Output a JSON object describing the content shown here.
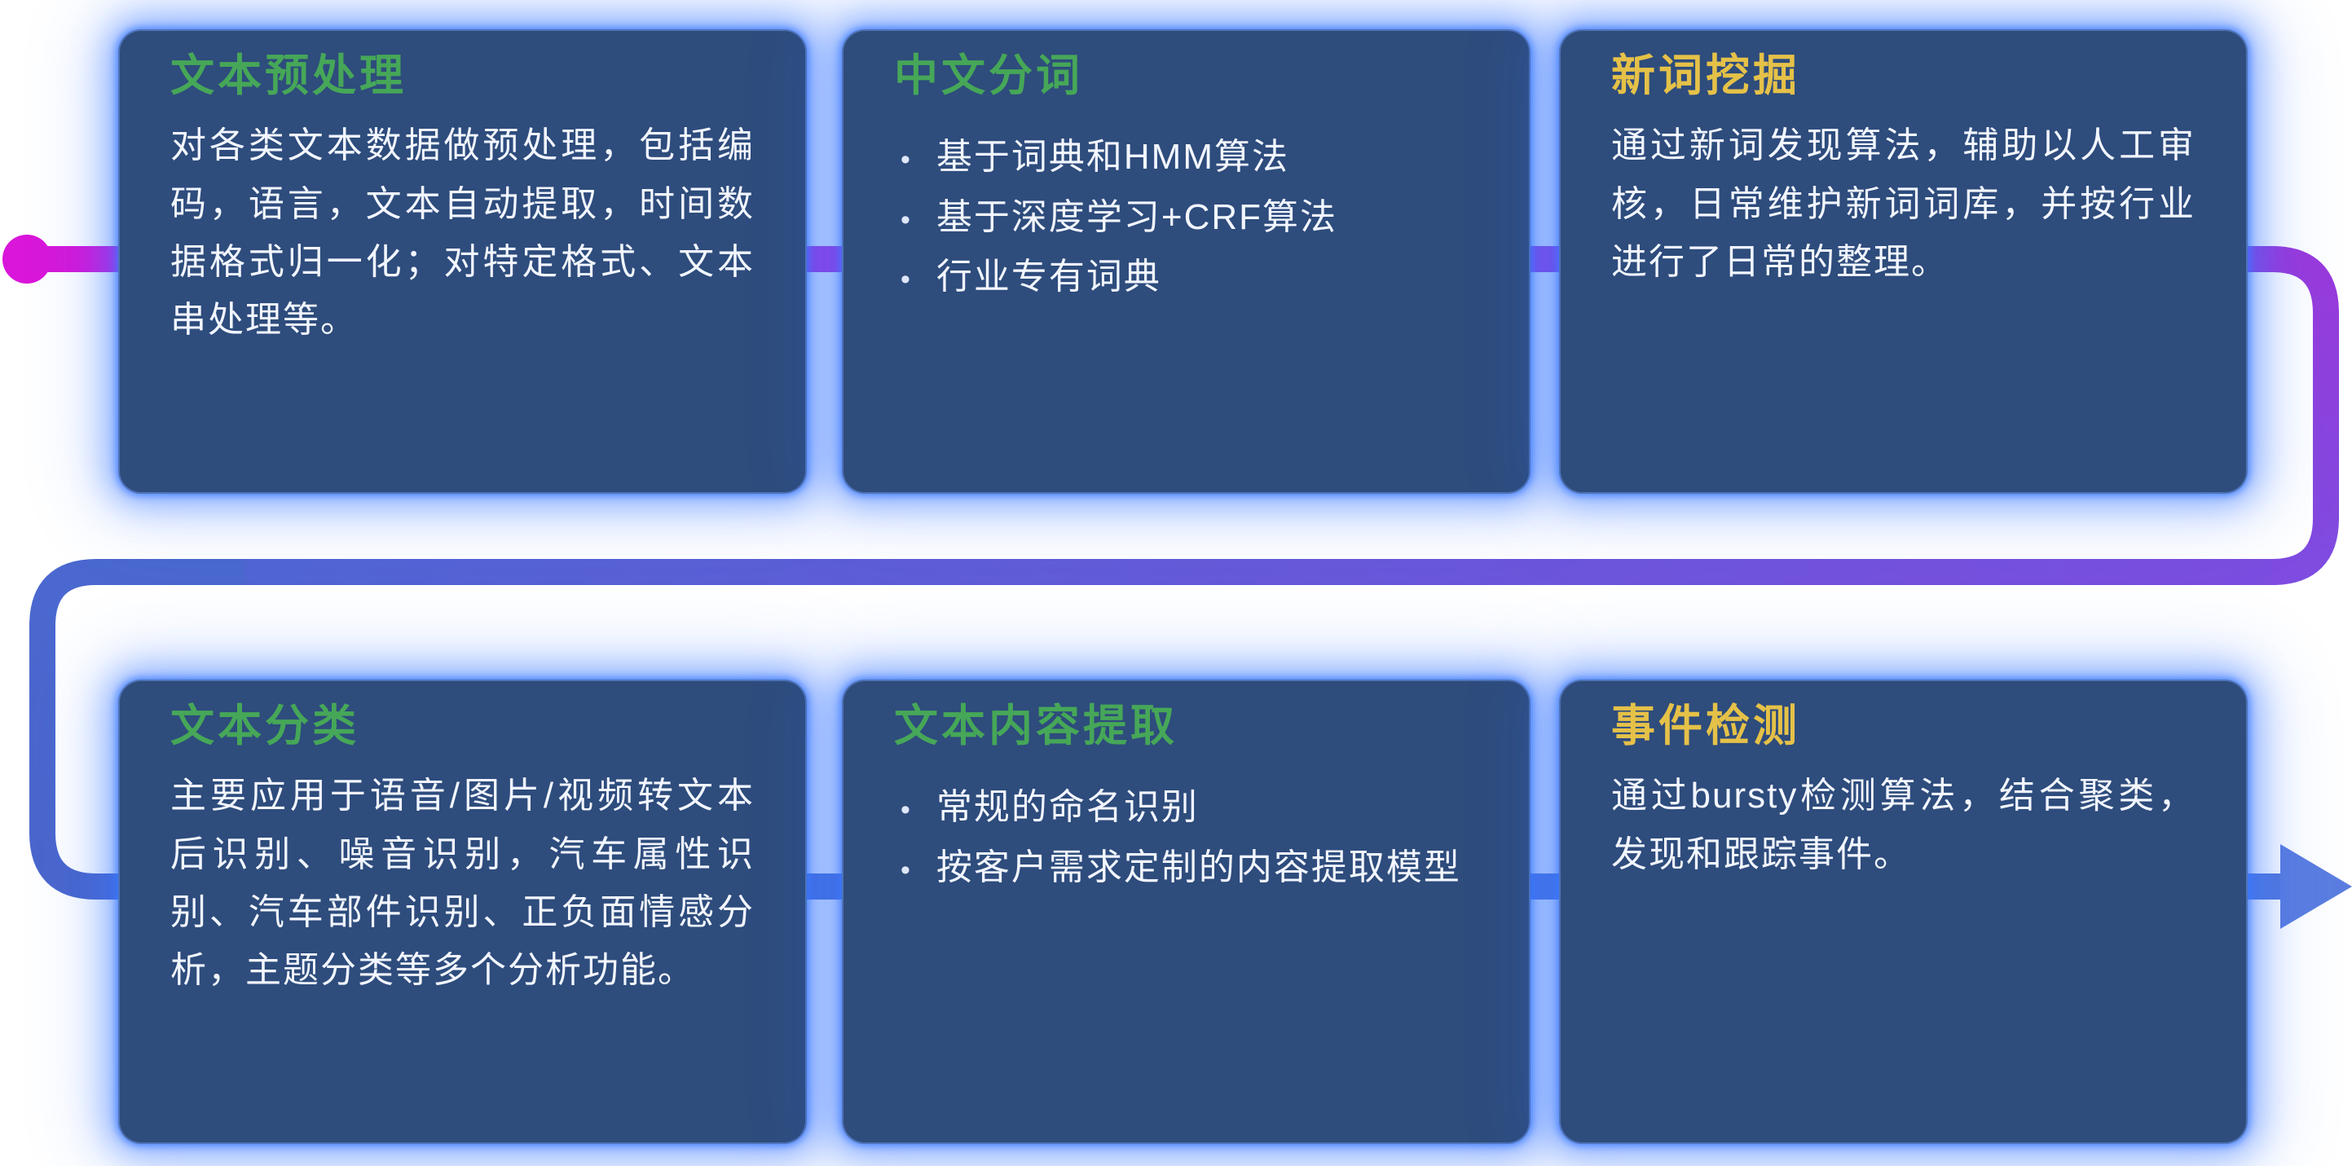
{
  "page": {
    "background": "#ffffff"
  },
  "theme": {
    "card_background": "#2e4c7c",
    "card_glow": "#3878ff",
    "title_green": "#46a758",
    "title_yellow": "#e5c148",
    "body_text": "#f2f6ff",
    "connector": {
      "start_magenta": "#d916d9",
      "mid_purple": "#7e4ce0",
      "end_blue": "#4a66cc",
      "arrow_blue": "#5b7de0"
    }
  },
  "cards": [
    {
      "id": "text-preprocessing",
      "title": "文本预处理",
      "title_color": "green",
      "body": "对各类文本数据做预处理，包括编码，语言，文本自动提取，时间数据格式归一化；对特定格式、文本串处理等。"
    },
    {
      "id": "chinese-word-segmentation",
      "title": "中文分词",
      "title_color": "green",
      "items": [
        "基于词典和HMM算法",
        "基于深度学习+CRF算法",
        "行业专有词典"
      ]
    },
    {
      "id": "new-word-mining",
      "title": "新词挖掘",
      "title_color": "yellow",
      "body": "通过新词发现算法，辅助以人工审核，日常维护新词词库，并按行业进行了日常的整理。"
    },
    {
      "id": "text-classification",
      "title": "文本分类",
      "title_color": "green",
      "body": "主要应用于语音/图片/视频转文本后识别、噪音识别，汽车属性识别、汽车部件识别、正负面情感分析，主题分类等多个分析功能。"
    },
    {
      "id": "text-content-extraction",
      "title": "文本内容提取",
      "title_color": "green",
      "items": [
        "常规的命名识别",
        "按客户需求定制的内容提取模型"
      ]
    },
    {
      "id": "event-detection",
      "title": "事件检测",
      "title_color": "yellow",
      "body": "通过bursty检测算法，结合聚类，发现和跟踪事件。"
    }
  ]
}
